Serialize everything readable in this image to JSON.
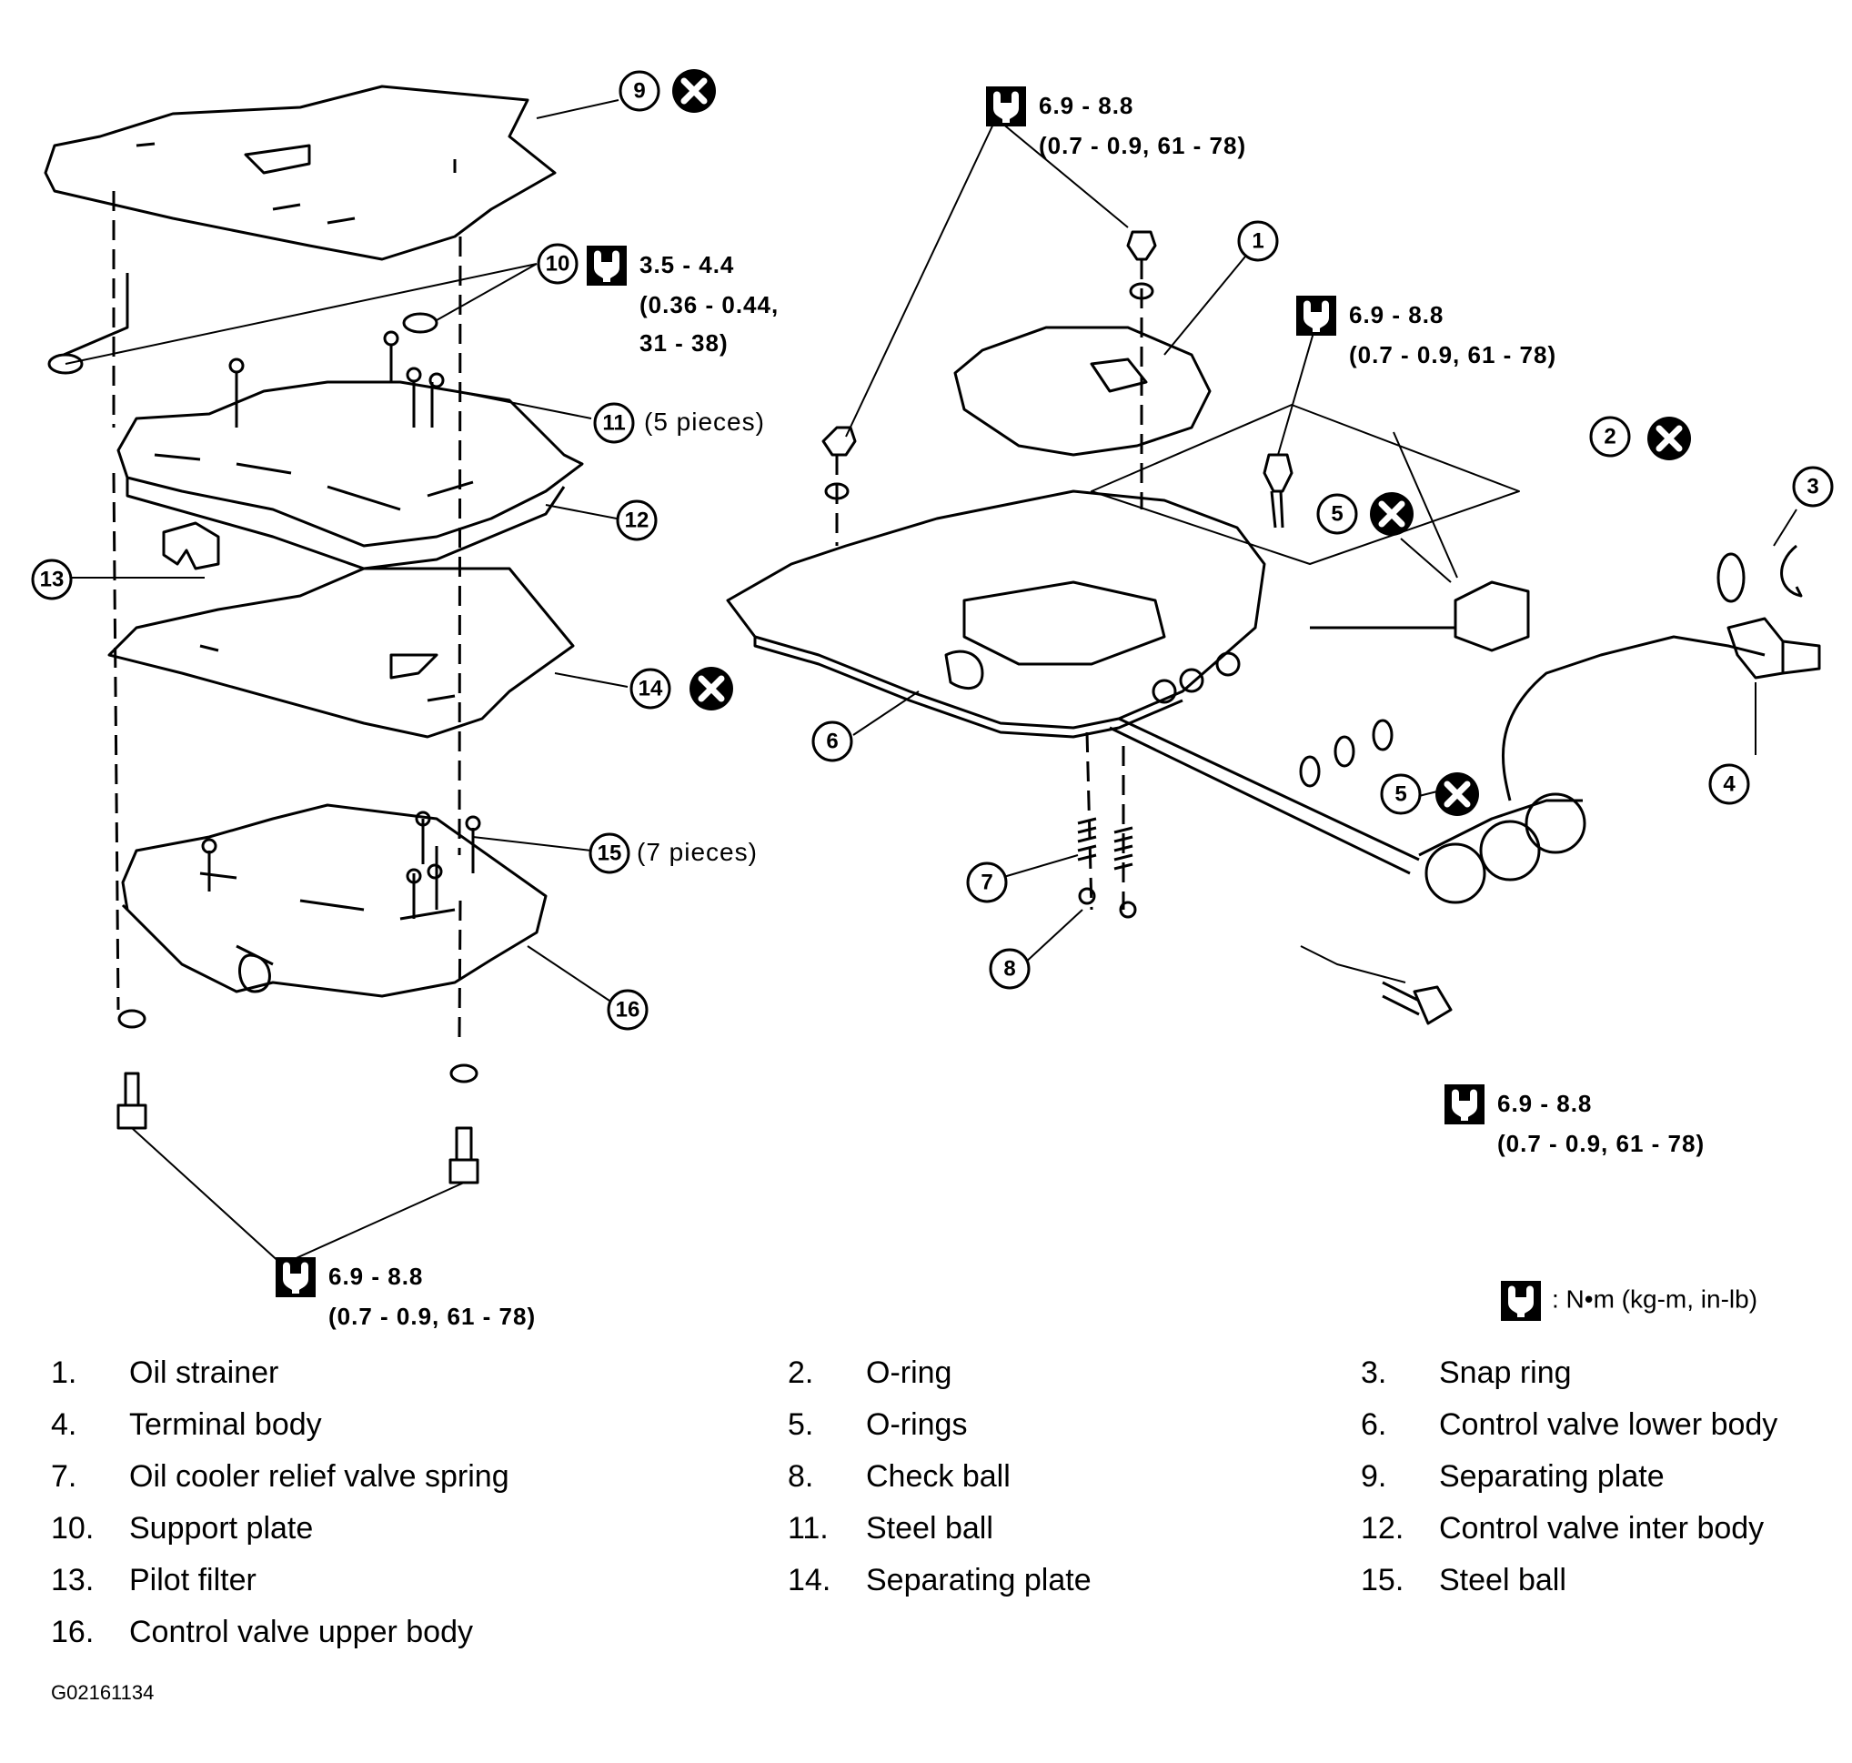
{
  "callouts": [
    "1",
    "2",
    "3",
    "4",
    "5",
    "6",
    "7",
    "8",
    "9",
    "10",
    "11",
    "12",
    "13",
    "14",
    "15",
    "16"
  ],
  "torque_specs": [
    {
      "value": "6.9 - 8.8",
      "units": "(0.7 - 0.9, 61 - 78)"
    },
    {
      "value": "3.5 - 4.4",
      "units1": "(0.36 - 0.44,",
      "units2": "31 - 38)"
    },
    {
      "value": "6.9 - 8.8",
      "units": "(0.7 - 0.9, 61 - 78)"
    },
    {
      "value": "6.9 - 8.8",
      "units": "(0.7 - 0.9, 61 - 78)"
    },
    {
      "value": "6.9 - 8.8",
      "units": "(0.7 - 0.9, 61 - 78)"
    }
  ],
  "pieces_11": "(5 pieces)",
  "pieces_15": "(7 pieces)",
  "units_note": ": N•m (kg-m, in-lb)",
  "legend": [
    {
      "num": "1.",
      "name": "Oil strainer"
    },
    {
      "num": "2.",
      "name": "O-ring"
    },
    {
      "num": "3.",
      "name": "Snap ring"
    },
    {
      "num": "4.",
      "name": "Terminal body"
    },
    {
      "num": "5.",
      "name": "O-rings"
    },
    {
      "num": "6.",
      "name": "Control valve lower body"
    },
    {
      "num": "7.",
      "name": "Oil cooler relief valve spring"
    },
    {
      "num": "8.",
      "name": "Check ball"
    },
    {
      "num": "9.",
      "name": "Separating plate"
    },
    {
      "num": "10.",
      "name": "Support plate"
    },
    {
      "num": "11.",
      "name": "Steel ball"
    },
    {
      "num": "12.",
      "name": "Control valve inter body"
    },
    {
      "num": "13.",
      "name": "Pilot filter"
    },
    {
      "num": "14.",
      "name": "Separating plate"
    },
    {
      "num": "15.",
      "name": "Steel ball"
    },
    {
      "num": "16.",
      "name": "Control valve upper body"
    }
  ],
  "figure_code": "G02161134"
}
